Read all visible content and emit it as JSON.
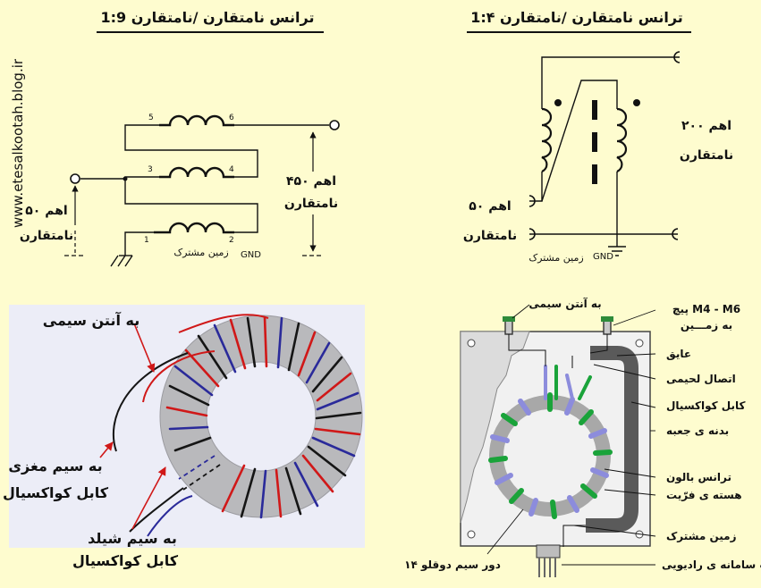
{
  "watermark": "www.etesalkootah.blog.ir",
  "top_left": {
    "title": "ترانس نامتقارن /نامتقارن 1:9",
    "pins": [
      "5",
      "6",
      "3",
      "4",
      "1",
      "2"
    ],
    "left_impedance": "۵۰ اهم",
    "left_type": "نامتقارن",
    "right_impedance": "۴۵۰ اهم",
    "right_type": "نامتقارن",
    "ground_label": "زمین مشترک",
    "gnd": "GND"
  },
  "top_right": {
    "title": "ترانس نامتقارن /نامتقارن 1:۴",
    "right_impedance": "۲۰۰ اهم",
    "right_type": "نامتقارن",
    "left_impedance": "۵۰ اهم",
    "left_type": "نامتقارن",
    "gnd": "GND",
    "ground_label": "زمین مشترک"
  },
  "bottom_left": {
    "label_wire_antenna": "به آنتن سیمی",
    "label_core_line1": "به سیم مغزی",
    "label_core_line2": "کابل کواکسیال",
    "label_shield_line1": "به سیم شیلد",
    "label_shield_line2": "کابل کواکسیال"
  },
  "bottom_right": {
    "to_wire_antenna": "به آنتن سیمی",
    "screw_line1": "پیچ M4 - M6",
    "screw_line2": "به زمـــین",
    "insulator": "عایق",
    "solder_joint": "اتصال لحیمی",
    "coax_cable": "کابل کواکسیال",
    "box_body": "بدنه ی جعبه",
    "balun": "ترانس بالون",
    "ferrite_core": "هسته ی فرّیت",
    "common_ground": "زمین مشترک",
    "connector": "کانکتور به سمت سامانه ی رادیویی",
    "turns": "۱۴ دور سیم دوقلو"
  },
  "colors": {
    "background": "#fefccf",
    "photo_bg": "#ecedf7",
    "core": "#b9b9bc",
    "wire_red": "#d01818",
    "wire_blue": "#2a2a9a",
    "wire_black": "#151515",
    "green": "#1aa33a",
    "violet": "#8c8cdc",
    "box": "#f1f1f1"
  }
}
